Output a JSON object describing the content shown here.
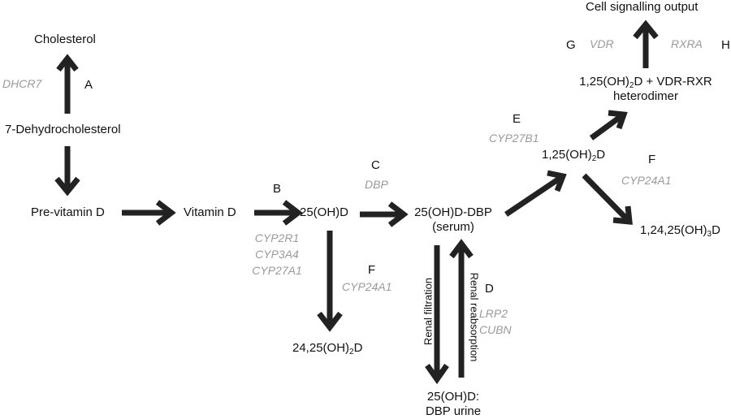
{
  "nodes": {
    "cholesterol": "Cholesterol",
    "dehydrocholesterol": "7-Dehydrocholesterol",
    "previtamin_d": "Pre-vitamin D",
    "vitamin_d": "Vitamin D",
    "oh_d": "25(OH)D",
    "oh_d_dbp_line1": "25(OH)D-DBP",
    "oh_d_dbp_line2": "(serum)",
    "oh_d_urine_line1": "25(OH)D:",
    "oh_d_urine_line2": "DBP urine",
    "d24_pre": "24,25(OH)",
    "d24_sub": "2",
    "d24_post": "D",
    "d125_pre": "1,25(OH)",
    "d125_sub": "2",
    "d125_post": "D",
    "d12425_pre": "1,24,25(OH)",
    "d12425_sub": "3",
    "d12425_post": "D",
    "complex_pre": "1,25(OH)",
    "complex_sub": "2",
    "complex_post": "D + VDR-RXR",
    "complex_line2": "heterodimer",
    "cell_output": "Cell signalling output"
  },
  "enzymes": {
    "dhcr7": "DHCR7",
    "dbp": "DBP",
    "cyp2r1": "CYP2R1",
    "cyp3a4": "CYP3A4",
    "cyp27a1": "CYP27A1",
    "cyp24a1_left": "CYP24A1",
    "lrp2": "LRP2",
    "cubn": "CUBN",
    "cyp27b1": "CYP27B1",
    "cyp24a1_right": "CYP24A1",
    "vdr": "VDR",
    "rxra": "RXRA"
  },
  "steps": {
    "a": "A",
    "b": "B",
    "c": "C",
    "d": "D",
    "e": "E",
    "f_left": "F",
    "f_right": "F",
    "g": "G",
    "h": "H"
  },
  "transport": {
    "filtration": "Renal filtration",
    "reabsorption": "Renal reabsorption"
  },
  "colors": {
    "arrow": "#222222",
    "enzyme": "#9a9a9a",
    "text": "#111111"
  }
}
